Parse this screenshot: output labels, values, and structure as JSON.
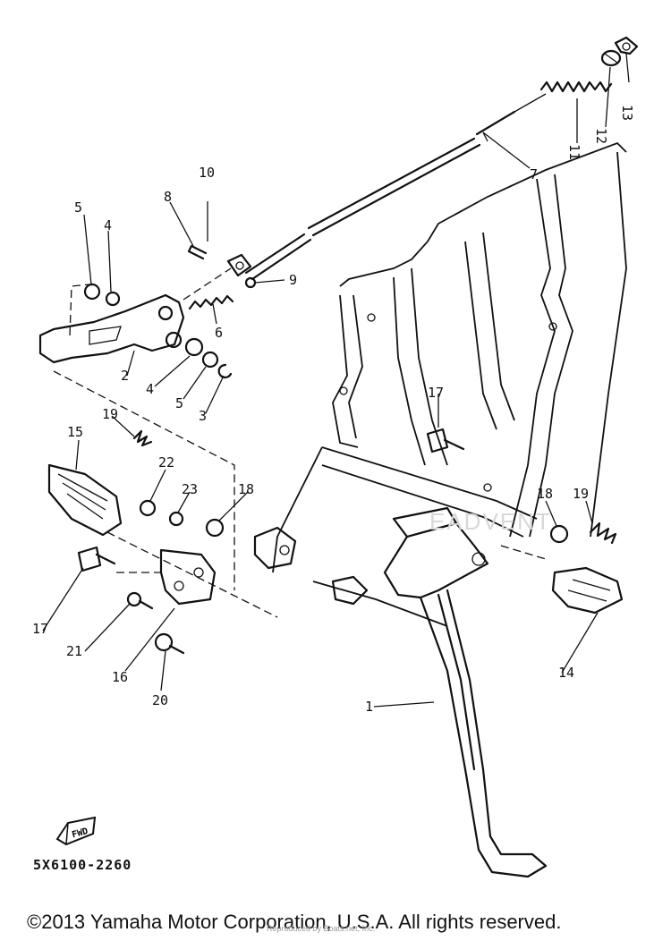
{
  "diagram": {
    "code": "5X6100-2260",
    "fwd_label": "FWD",
    "copyright": "©2013 Yamaha Motor Corporation, U.S.A. All rights reserved.",
    "watermark": "EADVENT",
    "footer_watermark": "Reproduced by Boats.net, Inc.",
    "callouts": [
      "1",
      "2",
      "3",
      "4",
      "4",
      "5",
      "5",
      "6",
      "7",
      "8",
      "9",
      "10",
      "11",
      "12",
      "13",
      "14",
      "15",
      "16",
      "17",
      "17",
      "18",
      "18",
      "19",
      "19",
      "20",
      "21",
      "22",
      "23"
    ]
  }
}
